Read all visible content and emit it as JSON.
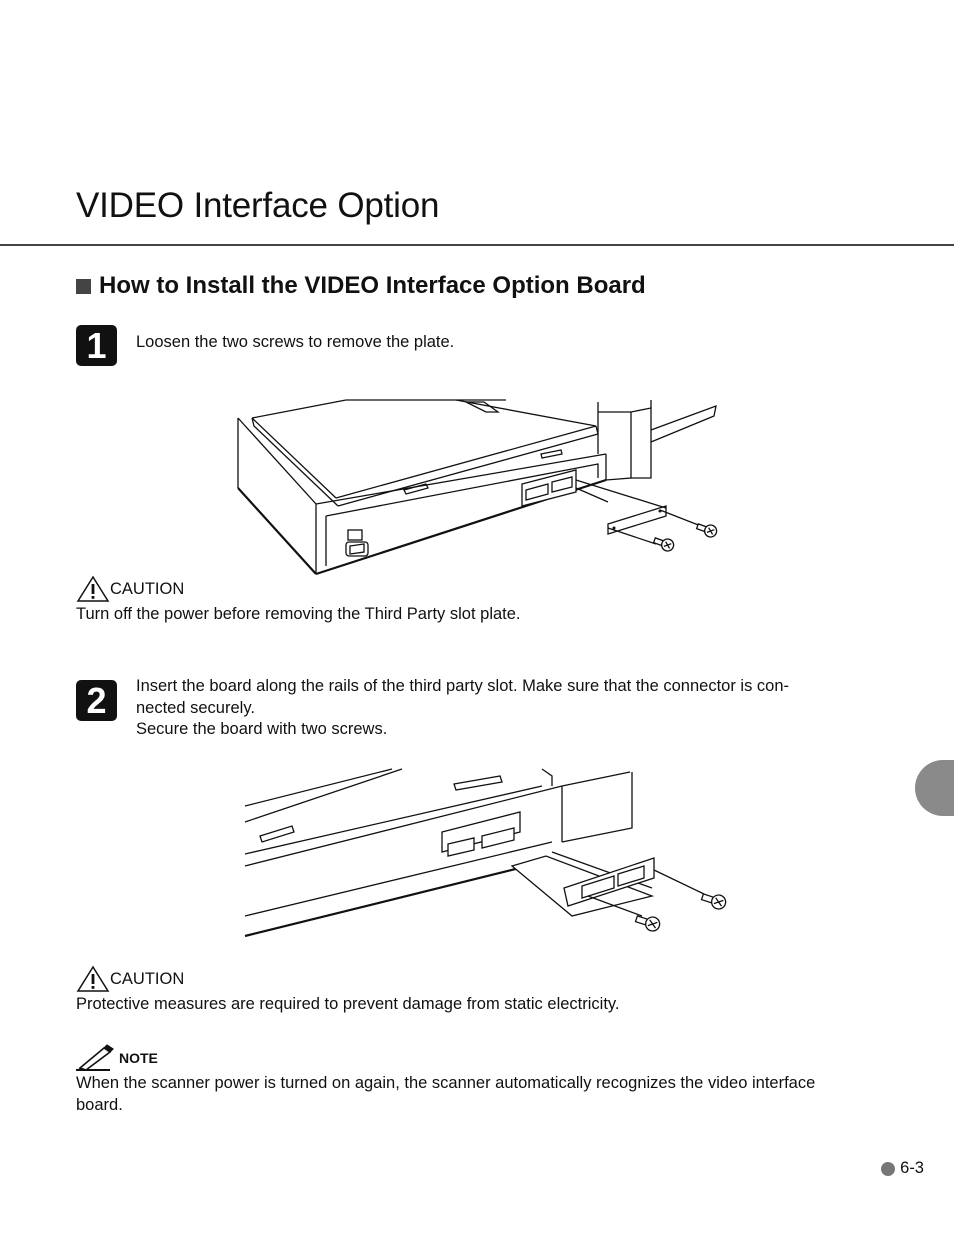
{
  "page": {
    "title": "VIDEO Interface Option",
    "section_heading": "How to Install the VIDEO Interface Option Board",
    "page_number": "6-3"
  },
  "steps": [
    {
      "number": "1",
      "text": "Loosen the two screws to remove the plate.",
      "figure": "Scanner rear view with third party slot plate and two screws being removed",
      "caution_label": "CAUTION",
      "caution_text": "Turn off the power before removing the Third Party slot plate."
    },
    {
      "number": "2",
      "text_line1": "Insert the board along the rails of the third party slot.  Make sure that the connector is con-",
      "text_line2": "nected securely.",
      "text_line3": "Secure the board with two screws.",
      "figure": "Video interface board being inserted into slot with two screws",
      "caution_label": "CAUTION",
      "caution_text": "Protective measures are required to prevent damage from static electricity.",
      "note_label": "NOTE",
      "note_text_line1": "When the scanner power is turned on again, the scanner automatically recognizes the video interface",
      "note_text_line2": "board."
    }
  ],
  "icons": {
    "caution": "warning-triangle-icon",
    "note": "pencil-note-icon",
    "page_marker": "circle-bullet-icon"
  },
  "colors": {
    "title_rule": "#444444",
    "side_tab": "#8a8a8a"
  }
}
